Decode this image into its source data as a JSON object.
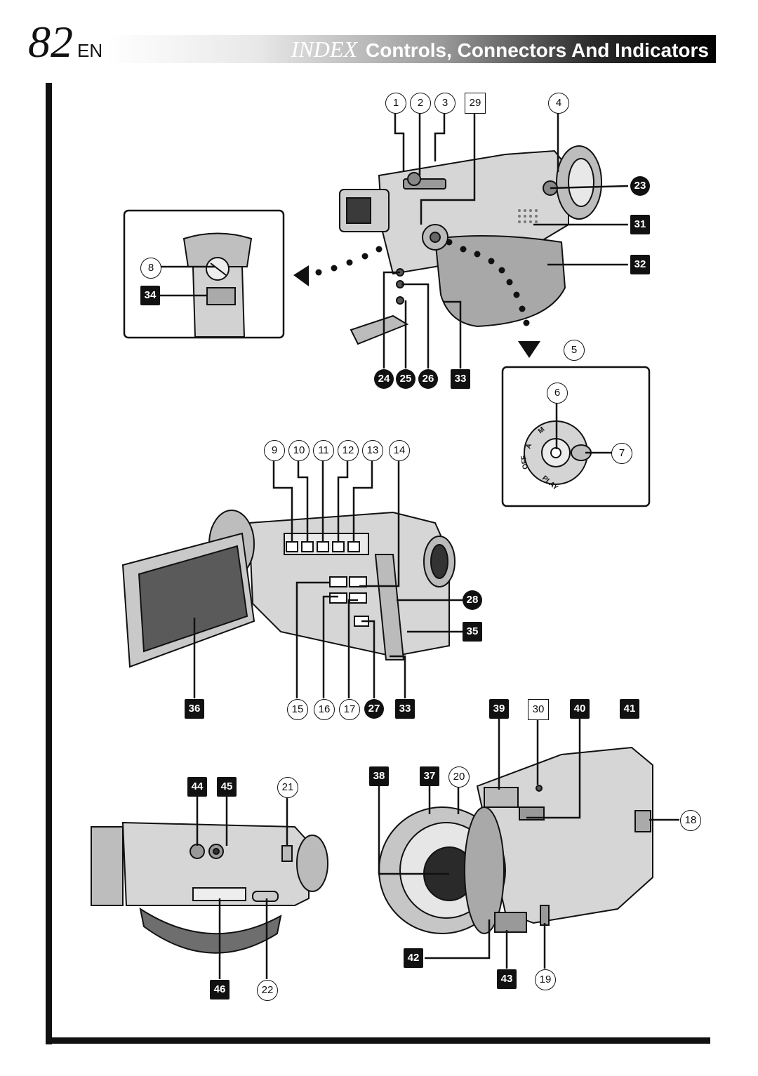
{
  "header": {
    "page_number": "82",
    "lang": "EN",
    "index_label": "INDEX",
    "title": "Controls, Connectors And Indicators"
  },
  "callouts": {
    "n1": "1",
    "n2": "2",
    "n3": "3",
    "n4": "4",
    "n5": "5",
    "n6": "6",
    "n7": "7",
    "n8": "8",
    "n9": "9",
    "n10": "10",
    "n11": "11",
    "n12": "12",
    "n13": "13",
    "n14": "14",
    "n15": "15",
    "n16": "16",
    "n17": "17",
    "n18": "18",
    "n19": "19",
    "n20": "20",
    "n21": "21",
    "n22": "22",
    "n23": "23",
    "n24": "24",
    "n25": "25",
    "n26": "26",
    "n27": "27",
    "n28": "28",
    "n29": "29",
    "n30": "30",
    "n31": "31",
    "n32": "32",
    "n33": "33",
    "n34": "34",
    "n35": "35",
    "n36": "36",
    "n37": "37",
    "n38": "38",
    "n39": "39",
    "n40": "40",
    "n41": "41",
    "n42": "42",
    "n43": "43",
    "n44": "44",
    "n45": "45",
    "n46": "46"
  },
  "dial_labels": {
    "a": "A",
    "m": "M",
    "off": "OFF",
    "play": "PLAY"
  },
  "colors": {
    "ink": "#111111",
    "body_grey": "#c8c8c8",
    "dark_grey": "#7a7a7a",
    "lens_dark": "#2a2a2a"
  }
}
